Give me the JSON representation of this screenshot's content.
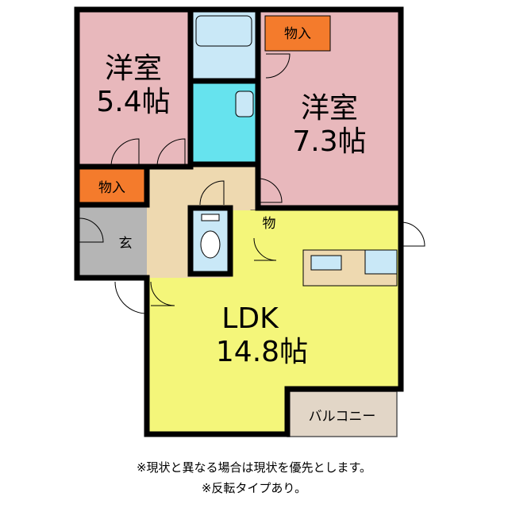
{
  "rooms": {
    "western_room_a": {
      "name": "洋室",
      "size": "5.4帖"
    },
    "western_room_b": {
      "name": "洋室",
      "size": "7.3帖"
    },
    "ldk": {
      "name": "LDK",
      "size": "14.8帖"
    },
    "storage_top": "物入",
    "storage_left": "物入",
    "storage_small": "物",
    "entrance": "玄",
    "balcony": "バルコニー"
  },
  "notes": {
    "line1": "※現状と異なる場合は現状を優先とします。",
    "line2": "※反転タイプあり。"
  },
  "colors": {
    "western_room": "#e8b8bc",
    "ldk": "#f4f67a",
    "bathroom": "#66e3ee",
    "utility": "#c9e8f7",
    "hallway": "#eed9b0",
    "entrance": "#b5b5b5",
    "storage": "#f47b2c",
    "balcony": "#e2d6c7",
    "wall": "#000000"
  }
}
